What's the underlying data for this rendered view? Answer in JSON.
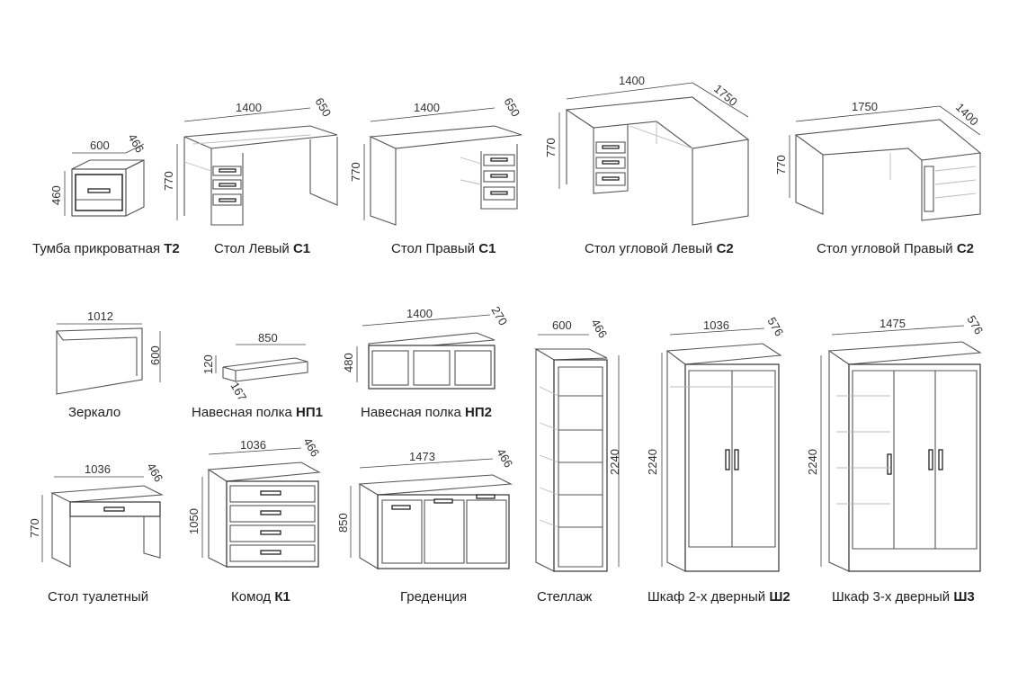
{
  "items": [
    {
      "id": "tumba",
      "name": "Тумба прикроватная",
      "code": "Т2",
      "dims": {
        "width": "600",
        "depth": "466",
        "height": "460"
      }
    },
    {
      "id": "stol-left",
      "name": "Стол Левый",
      "code": "С1",
      "dims": {
        "width": "1400",
        "depth": "650",
        "height": "770"
      }
    },
    {
      "id": "stol-right",
      "name": "Стол Правый",
      "code": "С1",
      "dims": {
        "width": "1400",
        "depth": "650",
        "height": "770"
      }
    },
    {
      "id": "corner-left",
      "name": "Стол угловой Левый",
      "code": "С2",
      "dims": {
        "width": "1400",
        "depth": "1750",
        "height": "770"
      }
    },
    {
      "id": "corner-right",
      "name": "Стол угловой Правый",
      "code": "С2",
      "dims": {
        "width": "1750",
        "depth": "1400",
        "height": "770"
      }
    },
    {
      "id": "mirror",
      "name": "Зеркало",
      "code": "",
      "dims": {
        "width": "1012",
        "height": "600"
      }
    },
    {
      "id": "shelf1",
      "name": "Навесная полка",
      "code": "НП1",
      "dims": {
        "width": "850",
        "height": "120",
        "depth": "167"
      }
    },
    {
      "id": "shelf2",
      "name": "Навесная полка",
      "code": "НП2",
      "dims": {
        "width": "1400",
        "depth": "270",
        "height": "480"
      }
    },
    {
      "id": "rack",
      "name": "Стеллаж",
      "code": "",
      "dims": {
        "width": "600",
        "depth": "466",
        "height": "2240"
      }
    },
    {
      "id": "wardrobe2",
      "name": "Шкаф 2-х дверный",
      "code": "Ш2",
      "dims": {
        "width": "1036",
        "depth": "576",
        "height": "2240"
      }
    },
    {
      "id": "wardrobe3",
      "name": "Шкаф 3-х дверный",
      "code": "Ш3",
      "dims": {
        "width": "1475",
        "depth": "576",
        "height": "2240"
      }
    },
    {
      "id": "vanity",
      "name": "Стол туалетный",
      "code": "",
      "dims": {
        "width": "1036",
        "depth": "466",
        "height": "770"
      }
    },
    {
      "id": "komod",
      "name": "Комод",
      "code": "К1",
      "dims": {
        "width": "1036",
        "depth": "466",
        "height": "1050"
      }
    },
    {
      "id": "gredenc",
      "name": "Греденция",
      "code": "",
      "dims": {
        "width": "1473",
        "depth": "466",
        "height": "850"
      }
    }
  ]
}
